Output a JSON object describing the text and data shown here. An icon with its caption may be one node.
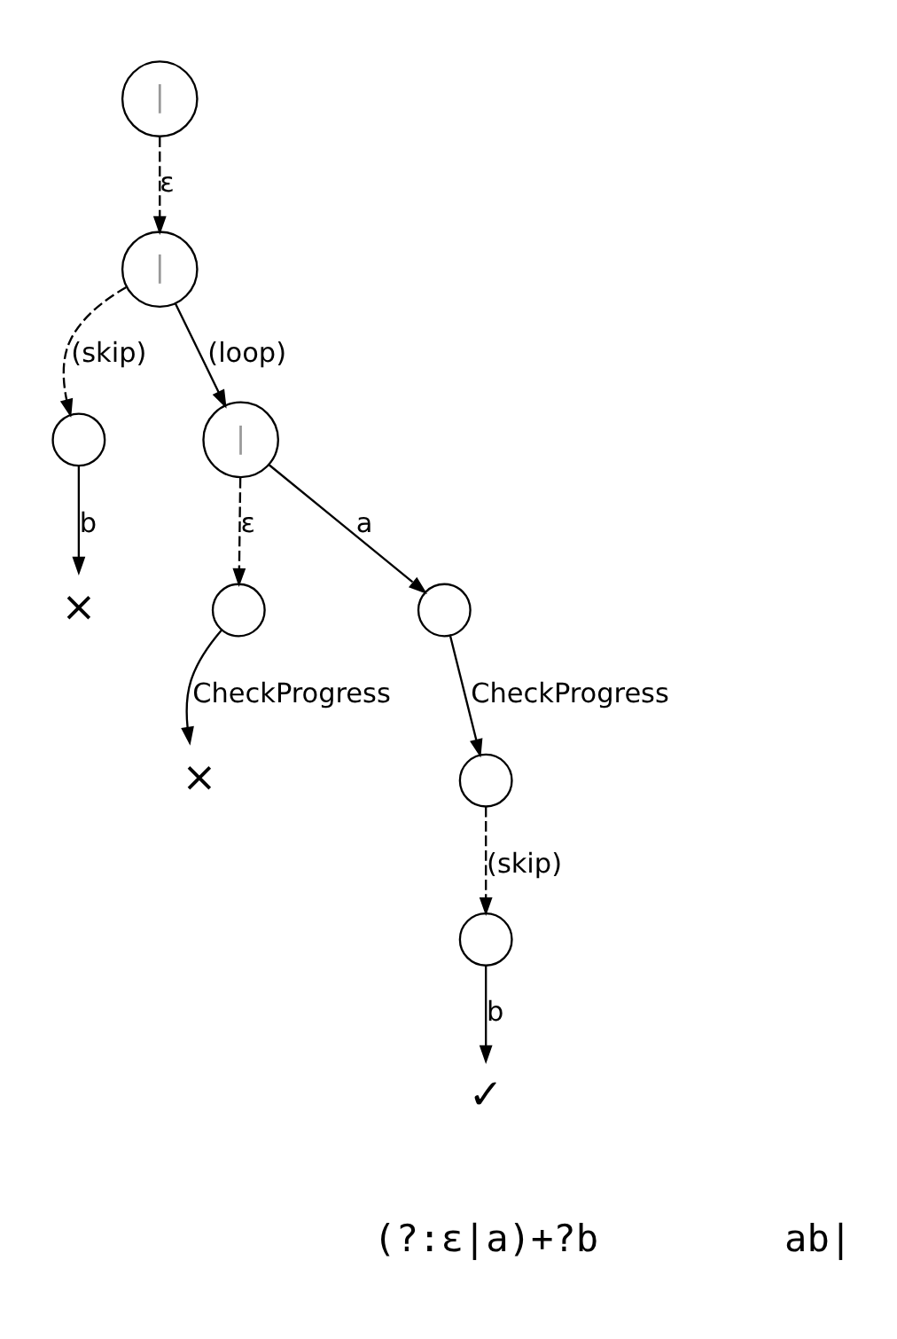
{
  "diagram": {
    "nodes": [
      {
        "text": [
          "|"
        ]
      },
      {
        "text": [
          "|"
        ]
      },
      {
        "text": [],
        "shape": "circle"
      },
      {
        "text": [
          "|"
        ]
      },
      {
        "text": [
          "×"
        ]
      },
      {
        "text": [],
        "shape": "circle"
      },
      {
        "text": [],
        "shape": "circle"
      },
      {
        "text": [
          "×"
        ]
      },
      {
        "text": [],
        "shape": "circle"
      },
      {
        "text": [],
        "shape": "circle"
      },
      {
        "text": [
          "✓"
        ]
      }
    ],
    "edges": [
      {
        "from": 0,
        "to": 1,
        "arrow": "to",
        "label": "ε",
        "style": "dashed"
      },
      {
        "from": 1,
        "to": 2,
        "arrow": "to",
        "label": "(skip)",
        "style": "dashed"
      },
      {
        "from": 1,
        "to": 3,
        "arrow": "to",
        "label": "(loop)"
      },
      {
        "from": 2,
        "to": 4,
        "arrow": "to",
        "label": "b"
      },
      {
        "from": 3,
        "to": 5,
        "arrow": "to",
        "label": "ε",
        "style": "dashed"
      },
      {
        "from": 3,
        "to": 6,
        "arrow": "to",
        "label": "a"
      },
      {
        "from": 5,
        "to": 7,
        "arrow": "to",
        "label": "CheckProgress"
      },
      {
        "from": 6,
        "to": 8,
        "arrow": "to",
        "label": "CheckProgress"
      },
      {
        "from": 8,
        "to": 9,
        "arrow": "to",
        "label": "(skip)",
        "style": "dashed"
      },
      {
        "from": 9,
        "to": 10,
        "arrow": "to",
        "label": "b"
      }
    ],
    "labels": [
      "(?:ε|a)+?b",
      "ab|"
    ]
  }
}
